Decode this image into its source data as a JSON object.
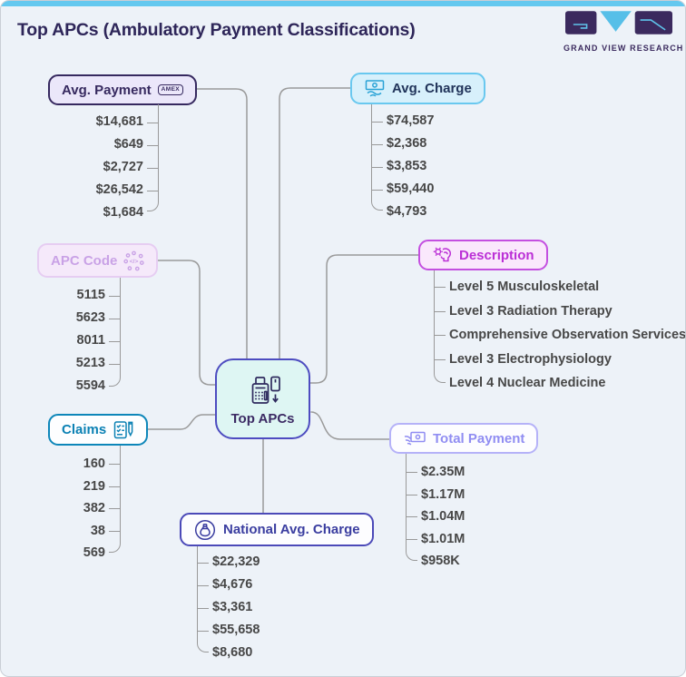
{
  "page": {
    "title": "Top APCs (Ambulatory Payment Classifications)",
    "brand": {
      "name": "GRAND VIEW RESEARCH"
    }
  },
  "center": {
    "label": "Top APCs"
  },
  "branches": {
    "avg_payment": {
      "label": "Avg. Payment",
      "badge": "AMEX",
      "values": [
        "$14,681",
        "$649",
        "$2,727",
        "$26,542",
        "$1,684"
      ]
    },
    "avg_charge": {
      "label": "Avg. Charge",
      "values": [
        "$74,587",
        "$2,368",
        "$3,853",
        "$59,440",
        "$4,793"
      ]
    },
    "apc_code": {
      "label": "APC Code",
      "values": [
        "5115",
        "5623",
        "8011",
        "5213",
        "5594"
      ]
    },
    "description": {
      "label": "Description",
      "values": [
        "Level 5 Musculoskeletal",
        "Level 3 Radiation Therapy",
        "Comprehensive Observation Services",
        "Level 3 Electrophysiology",
        "Level 4 Nuclear Medicine"
      ]
    },
    "claims": {
      "label": "Claims",
      "values": [
        "160",
        "219",
        "382",
        "38",
        "569"
      ]
    },
    "total_payment": {
      "label": "Total Payment",
      "values": [
        "$2.35M",
        "$1.17M",
        "$1.04M",
        "$1.01M",
        "$958K"
      ]
    },
    "national_avg_charge": {
      "label": "National Avg. Charge",
      "values": [
        "$22,329",
        "$4,676",
        "$3,361",
        "$55,658",
        "$8,680"
      ]
    }
  },
  "icons": {
    "center": "payment-terminal-card",
    "avg_payment": "amex-card-badge",
    "avg_charge": "cash-in-hand",
    "apc_code": "code-network",
    "description": "brain-gears",
    "claims": "checklist-pen",
    "total_payment": "winged-money",
    "national_avg_charge": "money-bag-circle",
    "brand": "gvr-logo"
  },
  "colors": {
    "canvas_background": "#edf2f8",
    "top_strip": "#64c8ef",
    "title_text": "#2e2659",
    "connector": "#999999",
    "value_text": "#474747",
    "center": {
      "fill": "#def6f3",
      "border": "#4d4cc0",
      "text": "#3b2a63"
    },
    "avg_payment": {
      "fill": "#ebe7fa",
      "border": "#36295f",
      "text": "#36295f"
    },
    "avg_charge": {
      "fill": "#d7f0fb",
      "border": "#69c8ef",
      "text": "#21345a",
      "icon": "#2aa3d6"
    },
    "apc_code": {
      "fill": "#f5e9fa",
      "border": "#e6cdf2",
      "text": "#c9a2e6"
    },
    "description": {
      "fill": "#fae8fc",
      "border": "#c44fe0",
      "text": "#bb2fd6"
    },
    "claims": {
      "fill": "#fdfeff",
      "border": "#0d86b9",
      "text": "#0b81b4"
    },
    "total_payment": {
      "fill": "#fdfdff",
      "border": "#b5b2f8",
      "text": "#908df2"
    },
    "national_avg_charge": {
      "fill": "#fdfdff",
      "border": "#4b49b8",
      "text": "#3a3da0"
    },
    "brand_purple": "#3b2a5e",
    "brand_blue": "#56bfe8"
  }
}
